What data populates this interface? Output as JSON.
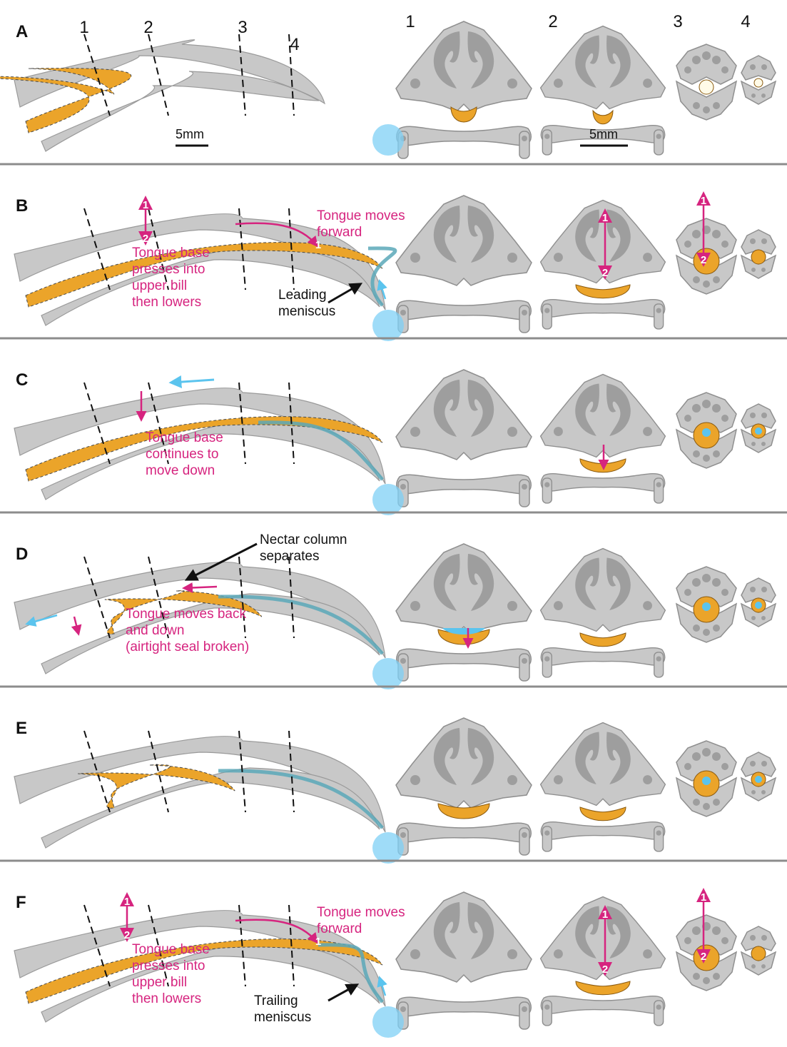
{
  "colors": {
    "bone": "#c8c8c8",
    "bone_dark": "#a6a6a6",
    "tongue": "#eba42a",
    "nectar": "#5bc4ee",
    "drop": "#7fd0f5",
    "accent": "#d6247f",
    "divider": "#8c8c8c",
    "ink": "#111111"
  },
  "section_numbers": [
    "1",
    "2",
    "3",
    "4"
  ],
  "scale_bars": {
    "left": "5mm",
    "right": "5mm"
  },
  "panels": [
    {
      "letter": "A",
      "phase": "rest",
      "tongue_extension": 0.0,
      "nectar_fill": 0.0,
      "annotations": []
    },
    {
      "letter": "B",
      "phase": "tongue-extends",
      "tongue_extension": 1.0,
      "nectar_fill": 0.05,
      "annotations": [
        {
          "text": [
            "Tongue moves",
            "forward"
          ],
          "color": "magenta"
        },
        {
          "text": [
            "Tongue base",
            "presses into",
            "upper bill",
            "then lowers"
          ],
          "color": "magenta"
        },
        {
          "text": [
            "Leading",
            "meniscus"
          ],
          "color": "black"
        }
      ],
      "arrow_numbers": [
        "1",
        "2"
      ]
    },
    {
      "letter": "C",
      "phase": "nectar-loads",
      "tongue_extension": 1.0,
      "nectar_fill": 0.6,
      "annotations": [
        {
          "text": [
            "Tongue base",
            "continues to",
            "move down"
          ],
          "color": "magenta"
        }
      ]
    },
    {
      "letter": "D",
      "phase": "tongue-retracts",
      "tongue_extension": 0.55,
      "nectar_fill": 0.8,
      "annotations": [
        {
          "text": [
            "Nectar column",
            "separates"
          ],
          "color": "black"
        },
        {
          "text": [
            "Tongue moves back",
            "and down",
            "(airtight seal broken)"
          ],
          "color": "magenta"
        }
      ]
    },
    {
      "letter": "E",
      "phase": "tongue-withdrawn",
      "tongue_extension": 0.45,
      "nectar_fill": 0.8,
      "annotations": []
    },
    {
      "letter": "F",
      "phase": "next-cycle",
      "tongue_extension": 1.0,
      "nectar_fill": 0.3,
      "annotations": [
        {
          "text": [
            "Tongue moves",
            "forward"
          ],
          "color": "magenta"
        },
        {
          "text": [
            "Tongue base",
            "presses into",
            "upper bill",
            "then lowers"
          ],
          "color": "magenta"
        },
        {
          "text": [
            "Trailing",
            "meniscus"
          ],
          "color": "black"
        }
      ],
      "arrow_numbers": [
        "1",
        "2"
      ]
    }
  ]
}
